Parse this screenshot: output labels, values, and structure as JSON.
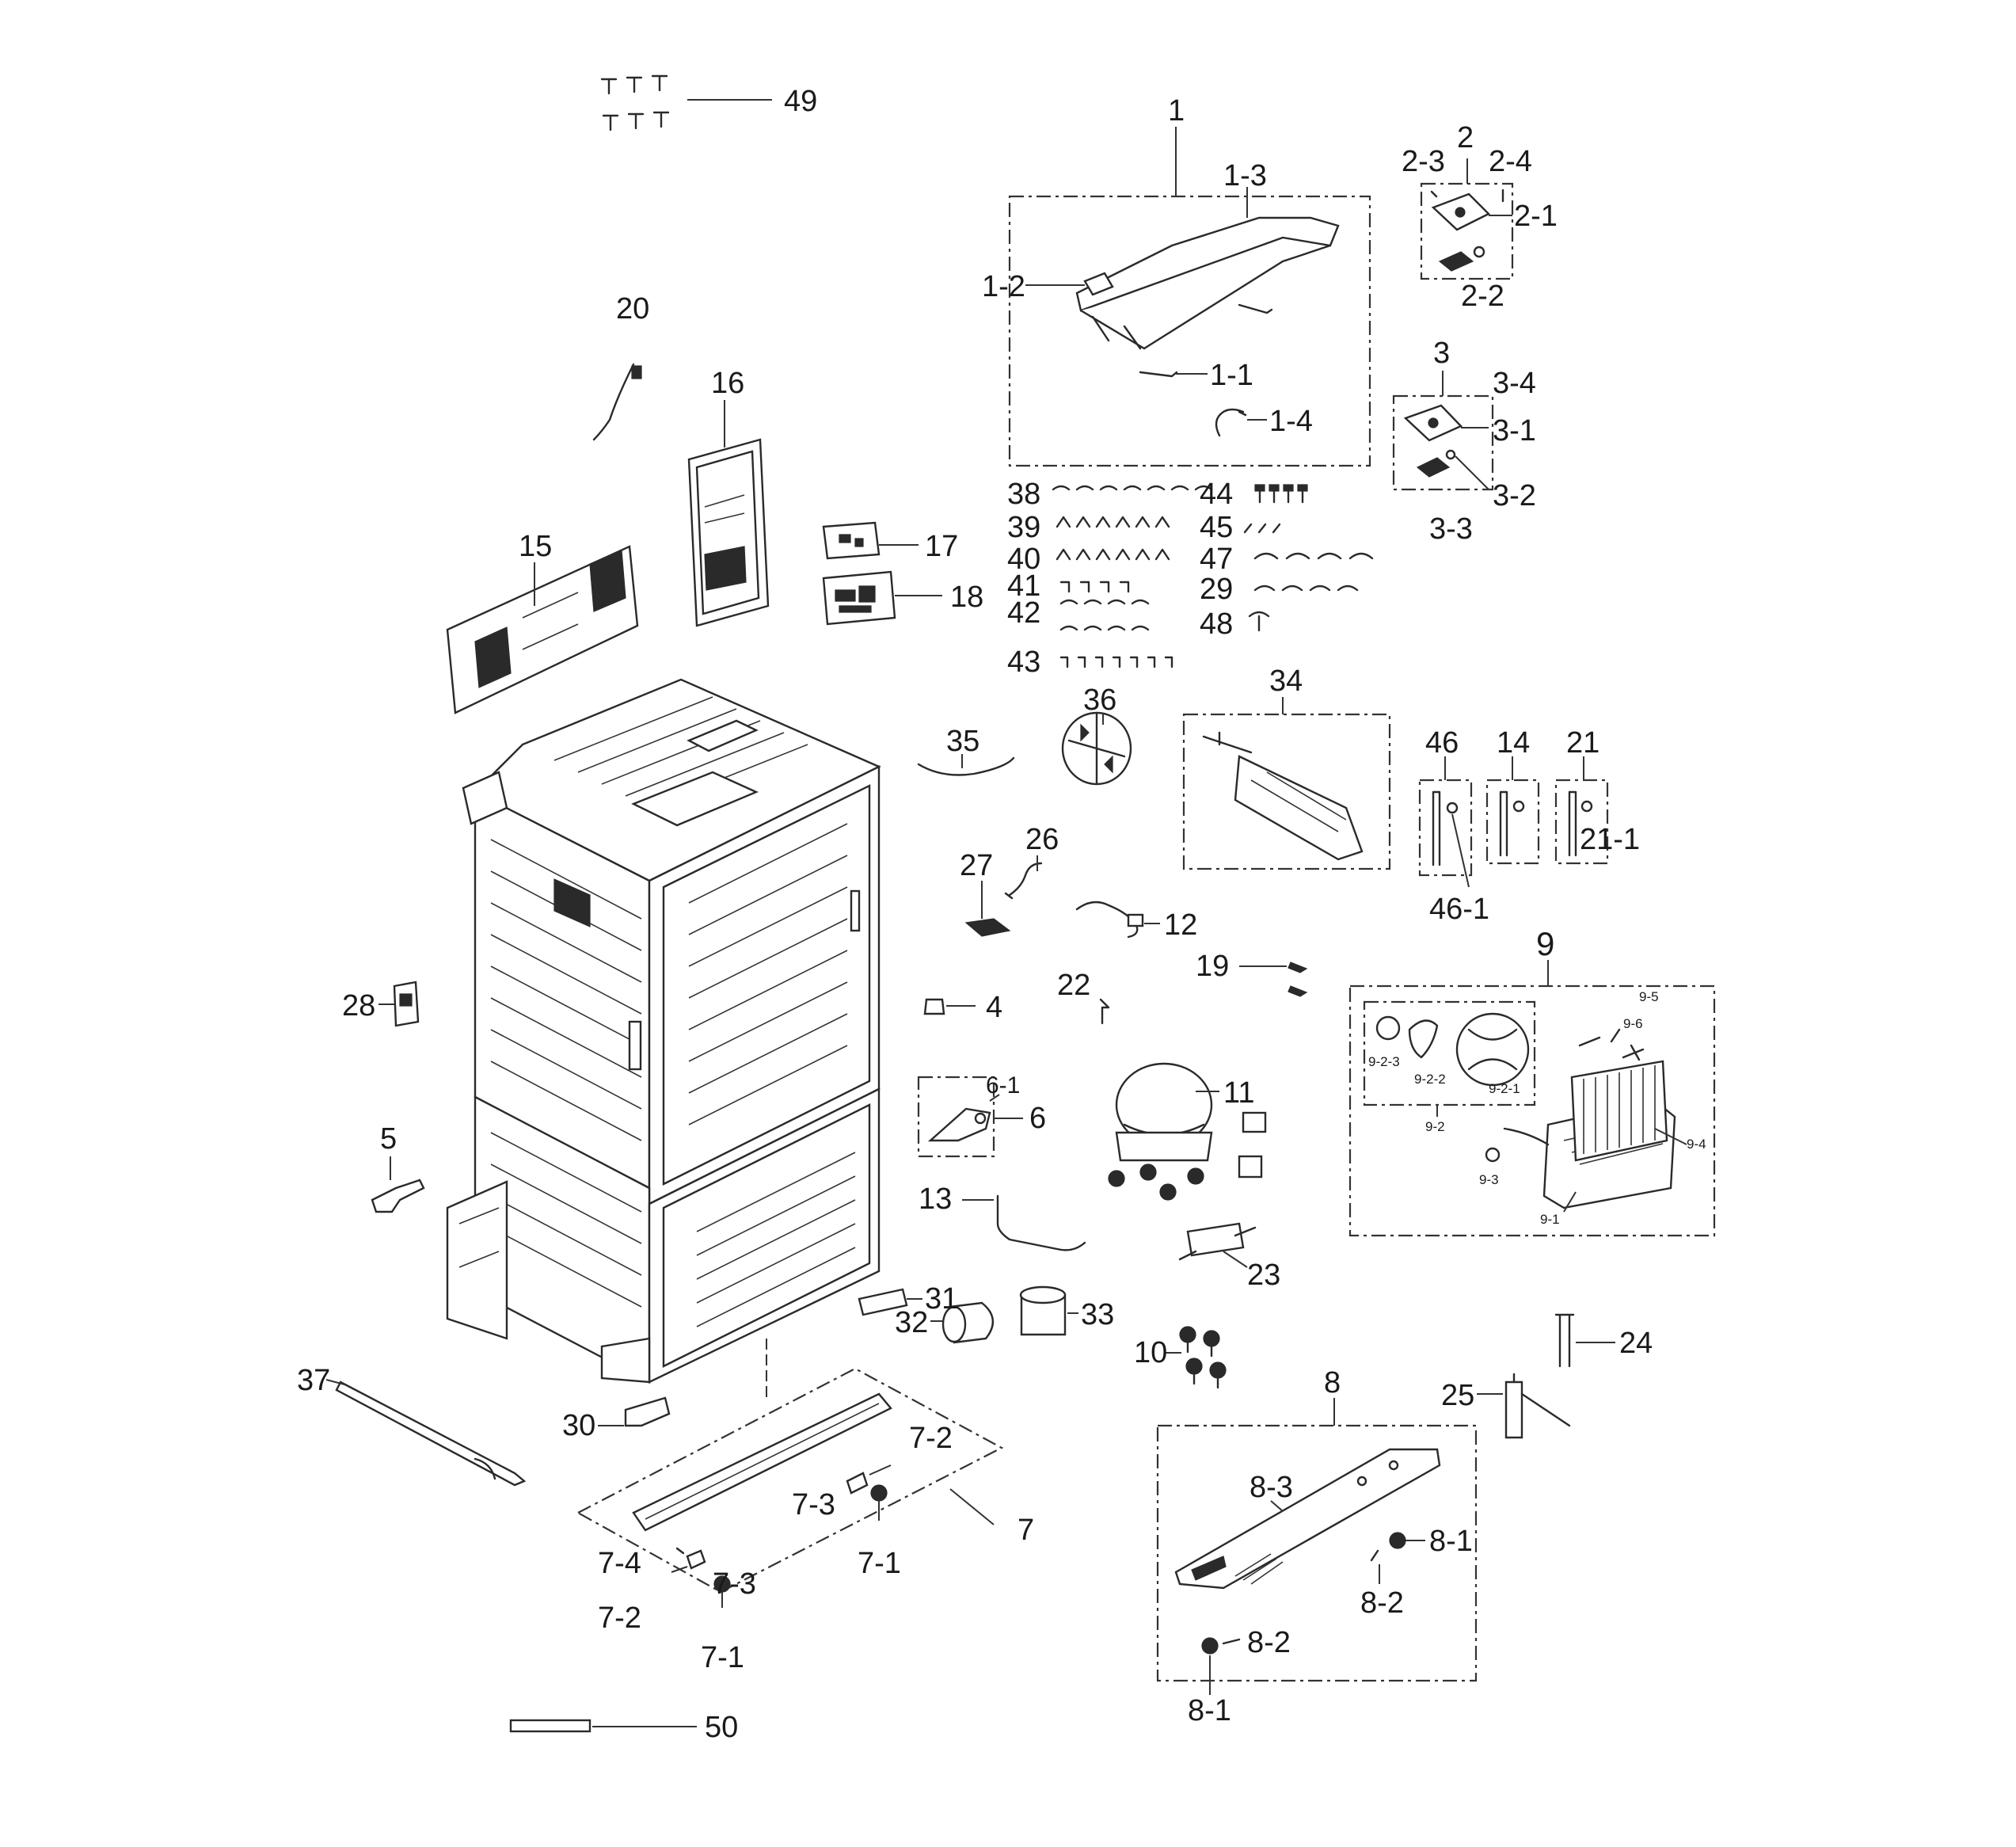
{
  "labels": {
    "l49": "49",
    "l1": "1",
    "l1_3": "1-3",
    "l1_2": "1-2",
    "l1_1": "1-1",
    "l1_4": "1-4",
    "l2": "2",
    "l2_3": "2-3",
    "l2_4": "2-4",
    "l2_1": "2-1",
    "l2_2": "2-2",
    "l3": "3",
    "l3_4": "3-4",
    "l3_1": "3-1",
    "l3_2": "3-2",
    "l3_3": "3-3",
    "l20": "20",
    "l16": "16",
    "l17": "17",
    "l18": "18",
    "l15": "15",
    "l38": "38",
    "l39": "39",
    "l40": "40",
    "l41": "41",
    "l42": "42",
    "l43": "43",
    "l44": "44",
    "l45": "45",
    "l47": "47",
    "l29": "29",
    "l48": "48",
    "l34": "34",
    "l36": "36",
    "l35": "35",
    "l46": "46",
    "l14": "14",
    "l21": "21",
    "l21_1": "21-1",
    "l46_1": "46-1",
    "l26": "26",
    "l27": "27",
    "l12": "12",
    "l9": "9",
    "l9_5": "9-5",
    "l9_6": "9-6",
    "l9_2_3": "9-2-3",
    "l9_2_2": "9-2-2",
    "l9_2_1": "9-2-1",
    "l9_2": "9-2",
    "l9_3": "9-3",
    "l9_4": "9-4",
    "l9_1": "9-1",
    "l19": "19",
    "l22": "22",
    "l4": "4",
    "l28": "28",
    "l6_1": "6-1",
    "l6": "6",
    "l11": "11",
    "l5": "5",
    "l13": "13",
    "l23": "23",
    "l31": "31",
    "l32": "32",
    "l33": "33",
    "l24": "24",
    "l10": "10",
    "l25": "25",
    "l37": "37",
    "l30": "30",
    "l7_2a": "7-2",
    "l7_3a": "7-3",
    "l7_1a": "7-1",
    "l7": "7",
    "l7_4": "7-4",
    "l7_3b": "7-3",
    "l7_2b": "7-2",
    "l7_1b": "7-1",
    "l8": "8",
    "l8_3": "8-3",
    "l8_1a": "8-1",
    "l8_2a": "8-2",
    "l8_2b": "8-2",
    "l8_1b": "8-1",
    "l50": "50"
  }
}
